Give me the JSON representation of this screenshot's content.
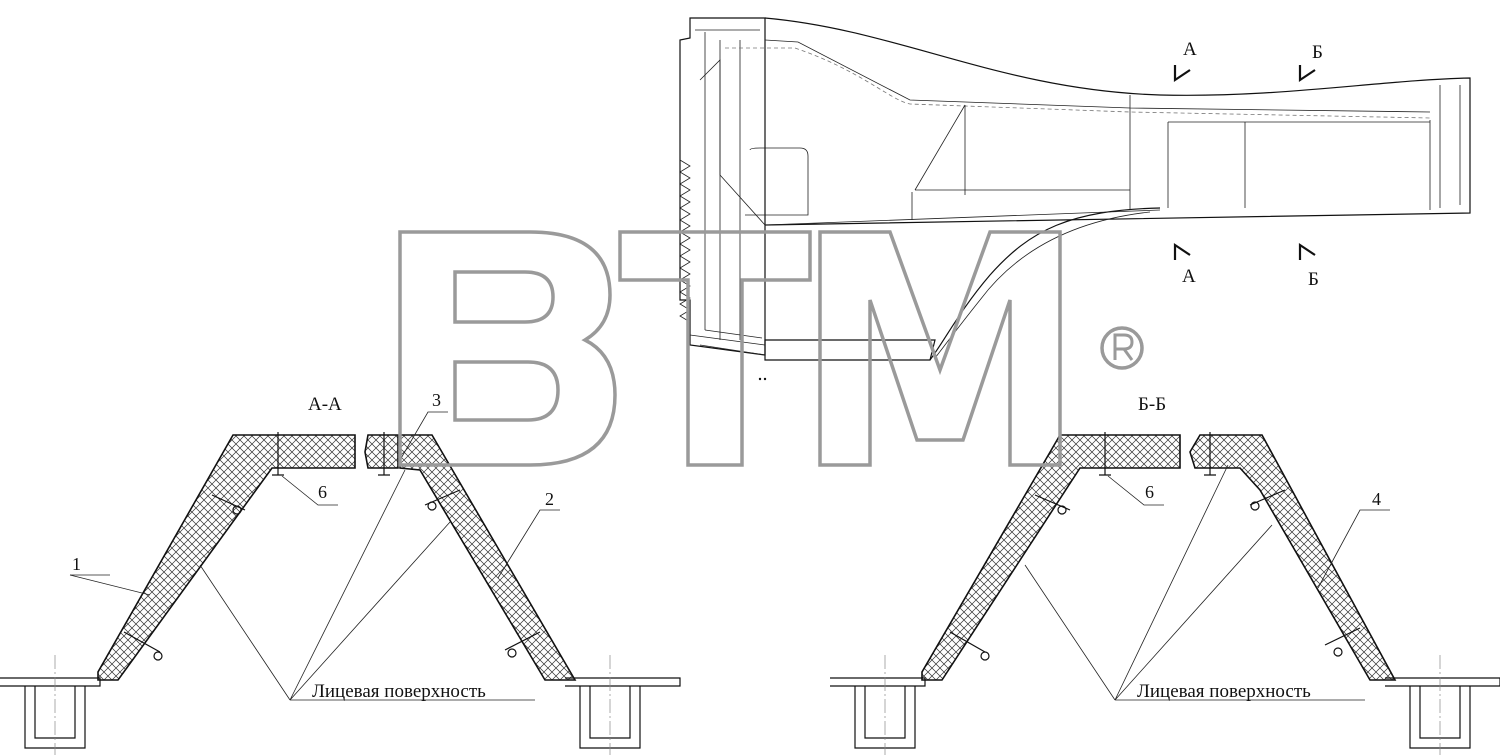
{
  "watermark": {
    "text": "BTM",
    "mark": "®"
  },
  "top_view": {
    "cut_a_top": "А",
    "cut_b_top": "Б",
    "cut_a_bottom": "А",
    "cut_b_bottom": "Б"
  },
  "section_aa": {
    "title": "А-А",
    "callouts": [
      "1",
      "2",
      "3",
      "6"
    ],
    "face_label": "Лицевая поверхность"
  },
  "section_bb": {
    "title": "Б-Б",
    "callouts": [
      "4",
      "6"
    ],
    "face_label": "Лицевая поверхность"
  },
  "colors": {
    "line": "#111111",
    "watermark": "#9a9a9a",
    "background": "#ffffff"
  }
}
